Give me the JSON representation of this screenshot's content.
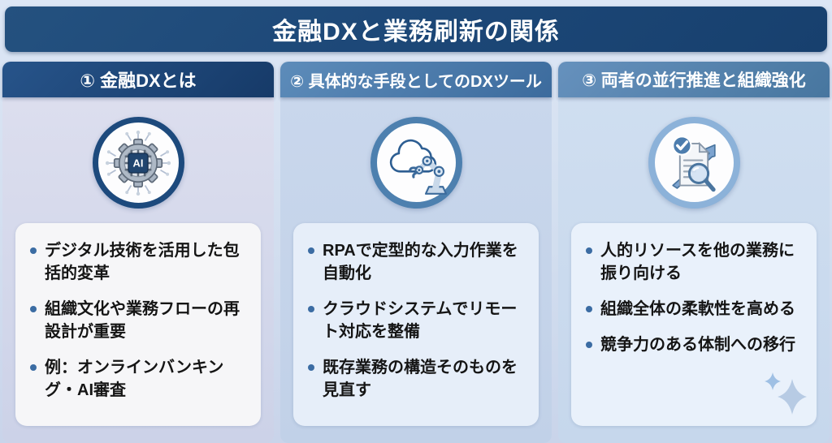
{
  "title": "金融DXと業務刷新の関係",
  "colors": {
    "banner_bg": "#1d4878",
    "col1_header_bg": "#1c4778",
    "col2_header_bg": "#4a79a9",
    "col3_header_bg": "#5583ad",
    "col1_body_bg": "#d3d7ea",
    "col2_body_bg": "#c5d4ea",
    "col3_body_bg": "#cadaee",
    "bullet_dot": "#3b6ca3",
    "text": "#151515"
  },
  "columns": [
    {
      "header": "① 金融DXとは",
      "icon": "ai-chip-gear-icon",
      "bullets": [
        "デジタル技術を活用した包括的変革",
        "組織文化や業務フローの再設計が重要",
        "例：オンラインバンキング・AI審査"
      ]
    },
    {
      "header": "② 具体的な手段としてのDXツール",
      "icon": "cloud-robot-arm-icon",
      "bullets": [
        "RPAで定型的な入力作業を自動化",
        "クラウドシステムでリモート対応を整備",
        "既存業務の構造そのものを見直す"
      ]
    },
    {
      "header": "③ 両者の並行推進と組織強化",
      "icon": "document-check-growth-icon",
      "bullets": [
        "人的リソースを他の業務に振り向ける",
        "組織全体の柔軟性を高める",
        "競争力のある体制への移行"
      ]
    }
  ],
  "decorations": {
    "sparkle": "sparkle-icon"
  },
  "icon_labels": {
    "ai_chip_text": "AI"
  }
}
